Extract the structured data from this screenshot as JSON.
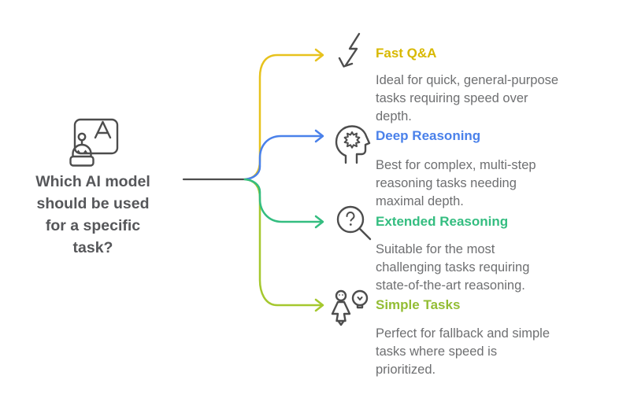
{
  "diagram": {
    "question": "Which AI model should be used for a specific task?",
    "question_lines": [
      "Which AI model",
      "should be used",
      "for a specific",
      "task?"
    ],
    "question_icon": "robot-screen-icon",
    "question_icon_letter": "A",
    "connector_color": "#4d4d4d",
    "text_color": "#56575a",
    "description_color": "#6e6f71",
    "background_color": "#ffffff"
  },
  "branches": [
    {
      "label": "Fast Q&A",
      "color": "#d8b800",
      "line_color": "#e7c21d",
      "icon": "lightning-arrow-icon",
      "description": "Ideal for quick, general-purpose tasks requiring speed over depth.",
      "description_lines": [
        "Ideal for quick, general-purpose",
        "tasks requiring speed over",
        "depth."
      ]
    },
    {
      "label": "Deep Reasoning",
      "color": "#4a81ea",
      "line_color": "#4a81ea",
      "icon": "head-gear-icon",
      "description": "Best for complex, multi-step reasoning tasks needing maximal depth.",
      "description_lines": [
        "Best for complex, multi-step",
        "reasoning tasks needing",
        "maximal depth."
      ]
    },
    {
      "label": "Extended Reasoning",
      "color": "#34bd80",
      "line_color": "#34bd80",
      "icon": "magnifier-question-icon",
      "description": "Suitable for the most challenging tasks requiring state-of-the-art reasoning.",
      "description_lines": [
        "Suitable for the most",
        "challenging tasks requiring",
        "state-of-the-art reasoning."
      ]
    },
    {
      "label": "Simple Tasks",
      "color": "#93bd34",
      "line_color": "#a5c82e",
      "icon": "person-lightbulb-icon",
      "description": "Perfect for fallback and simple tasks where speed is prioritized.",
      "description_lines": [
        "Perfect for fallback and simple",
        "tasks where speed is",
        "prioritized."
      ]
    }
  ]
}
